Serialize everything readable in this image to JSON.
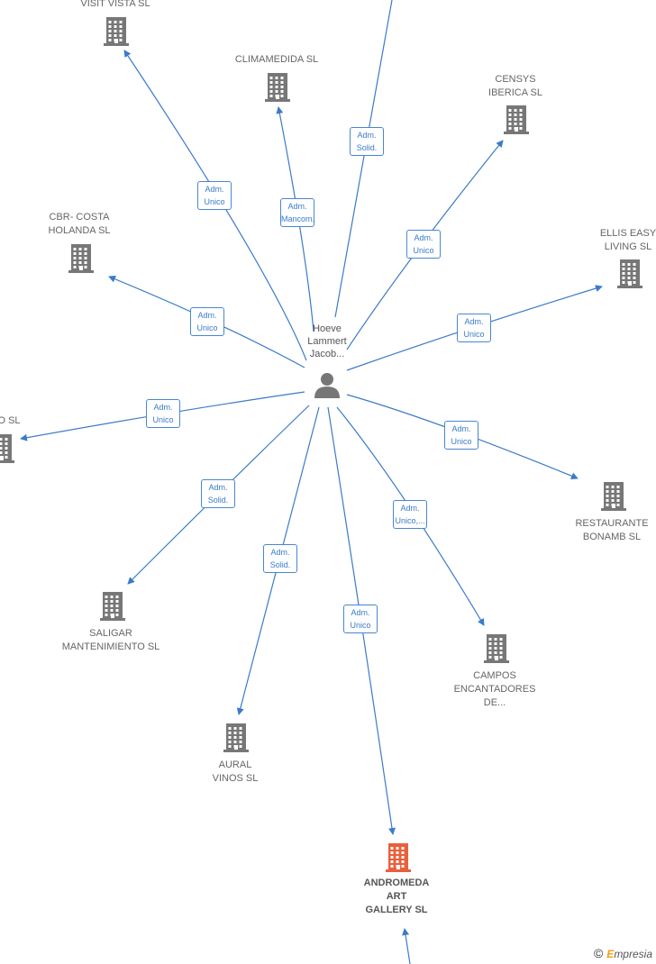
{
  "center": {
    "name": "Hoeve\nLammert\nJacob...",
    "icon": "person-icon"
  },
  "companies": [
    {
      "id": "visit-vista",
      "label": "VISIT VISTA SL",
      "icon": "building-icon"
    },
    {
      "id": "climamedida",
      "label": "CLIMAMEDIDA SL",
      "icon": "building-icon"
    },
    {
      "id": "censys",
      "label": "CENSYS\nIBERICA  SL",
      "icon": "building-icon"
    },
    {
      "id": "ellis",
      "label": "ELLIS EASY\nLIVING SL",
      "icon": "building-icon"
    },
    {
      "id": "cbr",
      "label": "CBR- COSTA\nHOLANDA SL",
      "icon": "building-icon"
    },
    {
      "id": "o-sl",
      "label": "O SL",
      "icon": "building-icon"
    },
    {
      "id": "restaurante",
      "label": "RESTAURANTE\nBONAMB SL",
      "icon": "building-icon"
    },
    {
      "id": "saligar",
      "label": "SALIGAR\nMANTENIMIENTO SL",
      "icon": "building-icon"
    },
    {
      "id": "campos",
      "label": "CAMPOS\nENCANTADORES\nDE...",
      "icon": "building-icon"
    },
    {
      "id": "aural",
      "label": "AURAL\nVINOS  SL",
      "icon": "building-icon"
    },
    {
      "id": "andromeda",
      "label": "ANDROMEDA\nART\nGALLERY  SL",
      "icon": "building-icon",
      "highlight": true
    },
    {
      "id": "top-offscreen",
      "label": "",
      "icon": ""
    },
    {
      "id": "bottom-offscreen",
      "label": "",
      "icon": ""
    }
  ],
  "edges": [
    {
      "to": "visit-vista",
      "label": "Adm.\nUnico"
    },
    {
      "to": "climamedida",
      "label": "Adm.\nMancom."
    },
    {
      "to": "top-offscreen",
      "label": "Adm.\nSolid."
    },
    {
      "to": "censys",
      "label": "Adm.\nUnico"
    },
    {
      "to": "ellis",
      "label": "Adm.\nUnico"
    },
    {
      "to": "cbr",
      "label": "Adm.\nUnico"
    },
    {
      "to": "o-sl",
      "label": "Adm.\nUnico"
    },
    {
      "to": "restaurante",
      "label": "Adm.\nUnico"
    },
    {
      "to": "saligar",
      "label": "Adm.\nSolid."
    },
    {
      "to": "campos",
      "label": "Adm.\nUnico,..."
    },
    {
      "to": "aural",
      "label": "Adm.\nSolid."
    },
    {
      "to": "andromeda",
      "label": "Adm.\nUnico"
    },
    {
      "to": "bottom-offscreen",
      "label": ""
    }
  ],
  "colors": {
    "edge": "#3b7bc8",
    "building": "#777777",
    "building_highlight": "#e8603c",
    "person": "#777777"
  },
  "watermark": {
    "symbol": "©",
    "brand_initial": "E",
    "brand_rest": "mpresia"
  }
}
